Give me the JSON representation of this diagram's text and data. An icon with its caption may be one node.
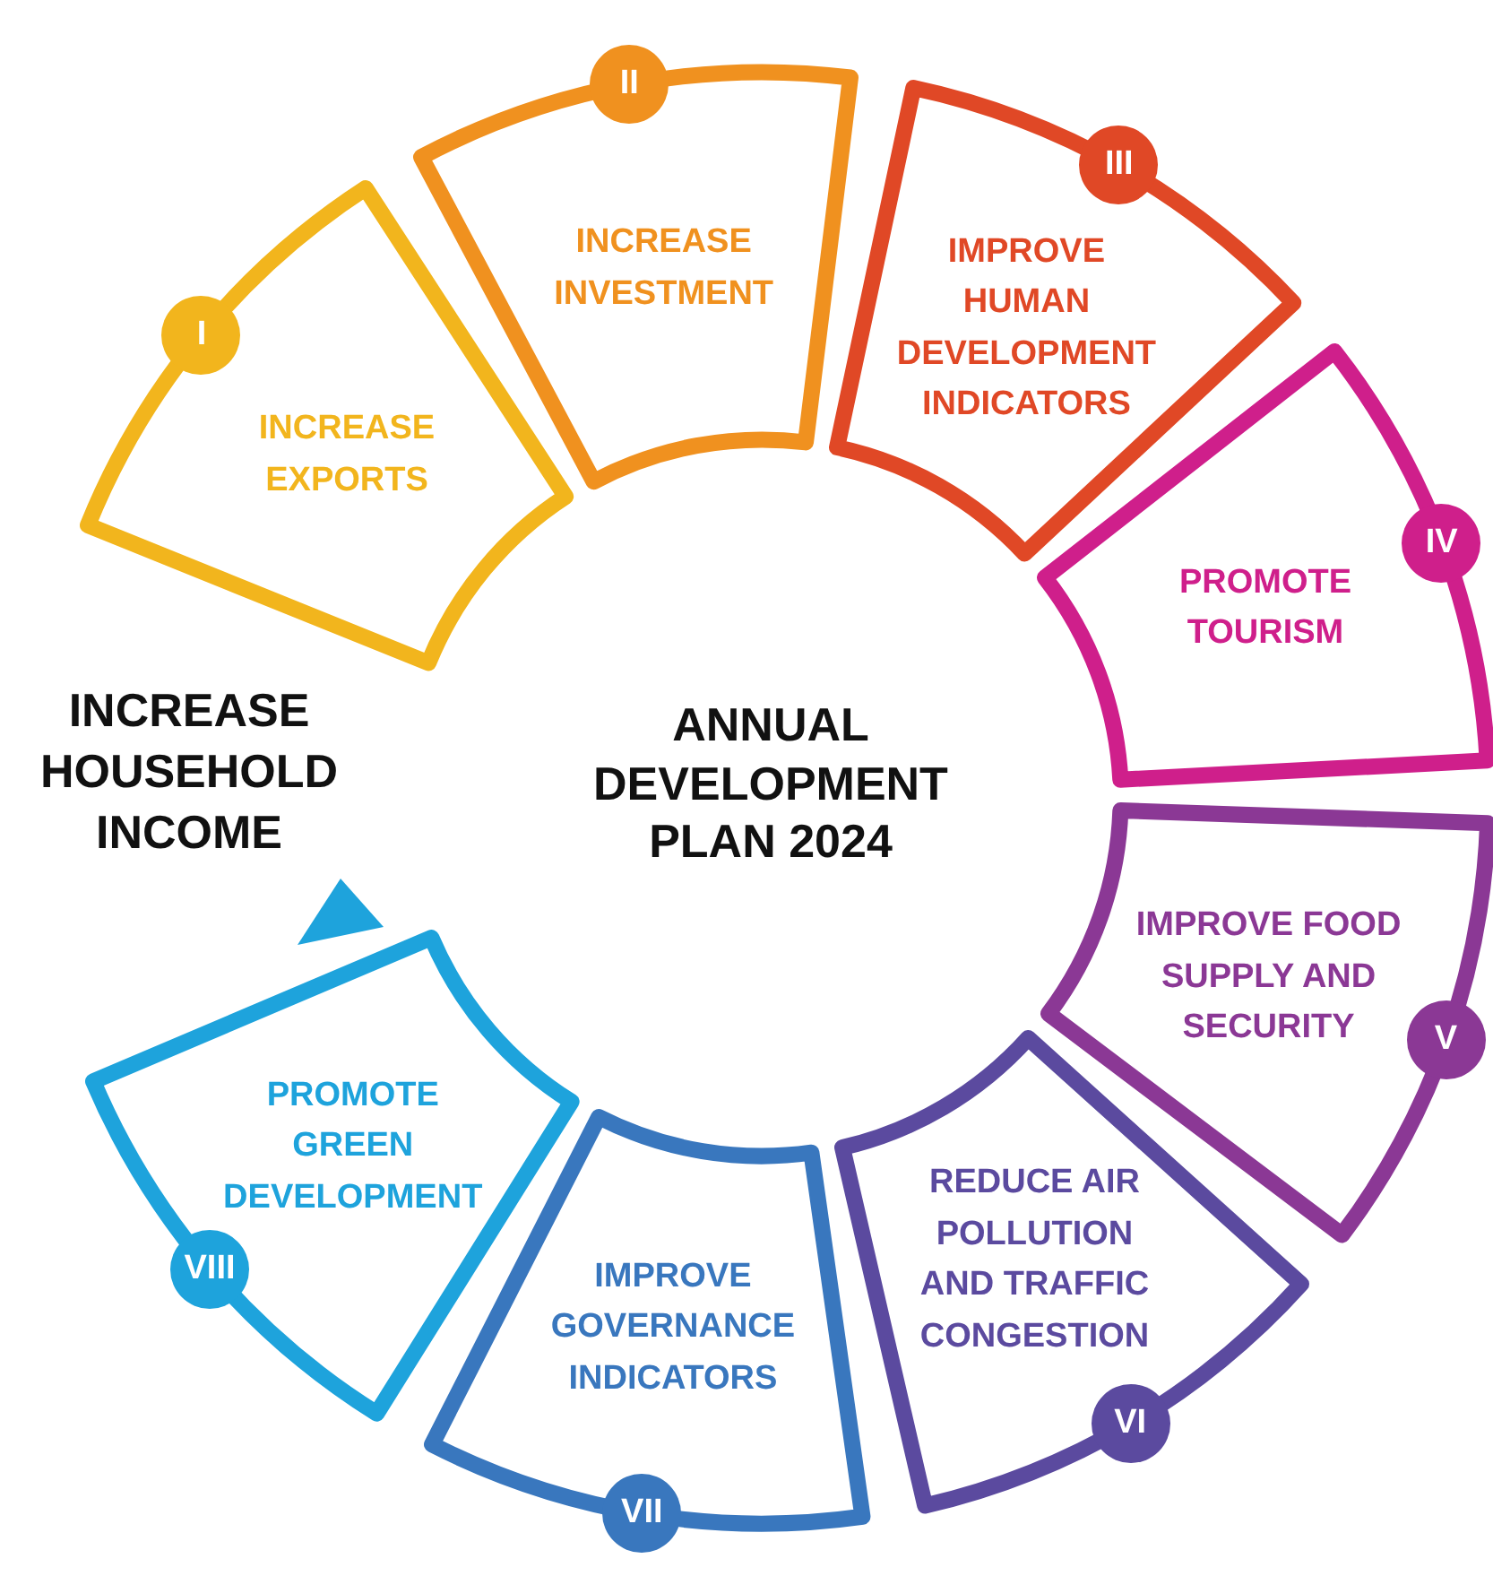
{
  "diagram": {
    "title": "ANNUAL DEVELOPMENT PLAN 2024",
    "nodes": [
      {
        "text": [
          "I",
          "INCREASE EXPORTS"
        ]
      },
      {
        "text": [
          "II",
          "INCREASE INVESTMENT"
        ]
      },
      {
        "text": [
          "III",
          "IMPROVE HUMAN DEVELOPMENT INDICATORS"
        ]
      },
      {
        "text": [
          "IV",
          "PROMOTE TOURISM"
        ]
      },
      {
        "text": [
          "IMPROVE FOOD SUPPLY AND SECURITY",
          "V"
        ]
      },
      {
        "text": [
          "REDUCE AIR POLLUTION AND TRAFFIC CONGESTION",
          "VI"
        ]
      },
      {
        "text": [
          "IMPROVE GOVERNANCE INDICATORS",
          "VII"
        ]
      },
      {
        "text": [
          "PROMOTE GREEN DEVELOPMENT",
          "VIII"
        ]
      }
    ],
    "labels": [
      "INCREASE HOUSEHOLD INCOME"
    ]
  }
}
